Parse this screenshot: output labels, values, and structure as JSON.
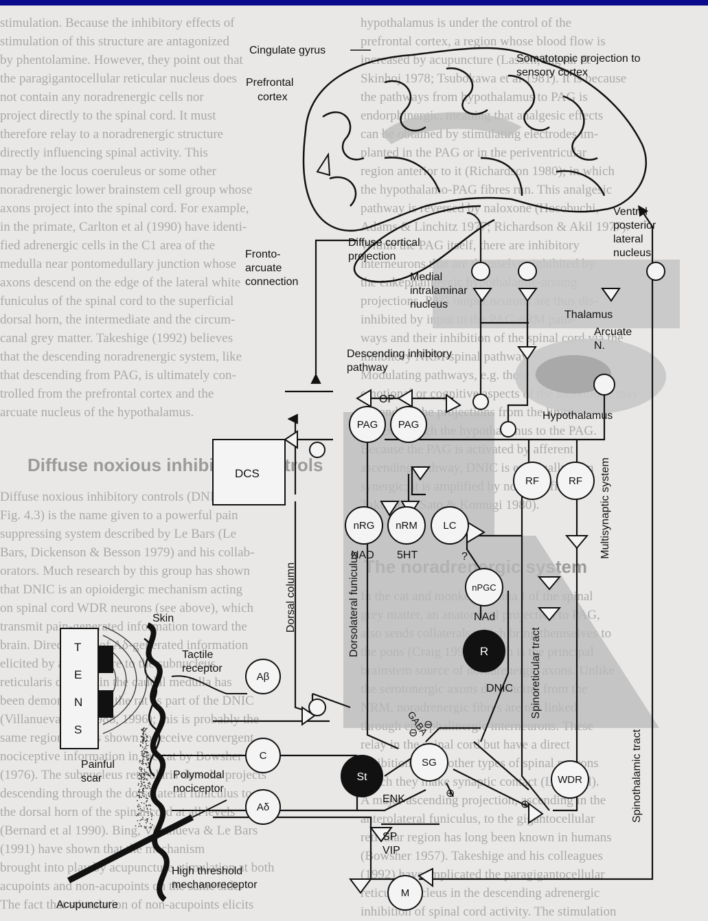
{
  "background": {
    "left_column": [
      "stimulation. Because the inhibitory effects of",
      "stimulation of this structure are antagonized",
      "by phentolamine. However, they point out that",
      "the paragigantocellular reticular nucleus does",
      "not contain any noradrenergic cells nor",
      "project directly to the spinal cord. It must",
      "therefore relay to a noradrenergic structure",
      "directly influencing spinal activity. This",
      "may be the locus coeruleus or some other",
      "noradrenergic lower brainstem cell group whose",
      "axons project into the spinal cord. For example,",
      "in the primate, Carlton et al (1990) have identi-",
      "fied adrenergic cells in the C1 area of the",
      "medulla near pontomedullary junction whose",
      "axons descend on the edge of the lateral white",
      "funiculus of the spinal cord to the superficial",
      "dorsal horn, the intermediate and the circum-",
      "canal grey matter. Takeshige (1992) believes",
      "that the descending noradrenergic system, like",
      "that descending from PAG, is ultimately con-",
      "trolled from the prefrontal cortex and the",
      "arcuate nucleus of the hypothalamus."
    ],
    "left_heading": "Diffuse noxious inhibitory controls",
    "left_column_2": [
      "Diffuse noxious inhibitory controls (DNIC;",
      "Fig. 4.3) is the name given to a powerful pain",
      "suppressing system described by Le Bars (Le",
      "Bars, Dickenson & Besson 1979) and his collab-",
      "orators. Much research by this group has shown",
      "that DNIC is an opioidergic mechanism acting",
      "on spinal cord WDR neurons (see above), which",
      "transmit pain-generated information toward the",
      "brain. Direct input of Aδ-generated information",
      "elicited by acupuncture to the subnucleus",
      "reticularis dorsalis in the caudal medulla has",
      "been demonstrated in the rat as part of the DNIC",
      "(Villanueva et al 1988, 1996); this is probably the",
      "same region as was shown to receive convergent",
      "nociceptive information in the cat by Bowsher",
      "(1976). The subnucleus reticularis dorsalis projects",
      "descending through the dorsolateral funiculus to",
      "the dorsal horn of the spinal cord at all levels",
      "(Bernard et al 1990). Bing, Villanueva & Le Bars",
      "(1991) have shown that the mechanism",
      "brought into play by acupuncture stimulation at both",
      "acupoints and non-acupoints on the same side.",
      "The fact that stimulation of non-acupoints elicits"
    ],
    "right_column": [
      "hypothalamus is under the control of the",
      "prefrontal cortex, a region whose blood flow is",
      "increased by acupuncture (Lassen, Ingvar &",
      "Skinhoj 1978; Tsubokawa et al 1981). It is because",
      "the pathways from hypothalamus to PAG is",
      "endorphinergic, meaning that analgesic effects",
      "can be obtained by stimulating electrodes im-",
      "planted in the PAG or in the periventricular",
      "region anterior to it (Richardson 1980); in which",
      "the hypothalamo-PAG fibres run. This analgesic",
      "pathway is reversed by naloxone (Hosobuchi,",
      "Adams & Linchitz 1977; Richardson & Akil 1977).",
      "Within the PAG itself, there are inhibitory",
      "interneurons that are themselves inhibited by",
      "the enkephalinergic hypothalamic-arising",
      "projections. PAG output neurons are thus dis-",
      "inhibited by input to the PAG-nRM path-",
      "ways and their inhibition of the spinal cord via the",
      "inhibitory NRM-spinal pathway.",
      "Modulating pathways, e.g. those involved in",
      "emotional or cognitive aspects of the individual, may",
      "depend on the projections from the limbic",
      "cortex through the hypothalamus to the PAG.",
      "Because the PAG is activated by afferent",
      "ascending pathway, DNIC is eventually seen",
      "synergic; it is amplified by nonspecific",
      "Takeshige, Sato & Komugi 1980)."
    ],
    "right_heading": "The noradrenergic system",
    "right_column_2": [
      "In the cat and monkey, lamina I of the spinal",
      "grey matter, an anatomical projection to PAG,",
      "also sends collaterals which bring themselves to",
      "the pons (Craig 1995), which is the principal",
      "brainstem source of noradrenergic axons. Unlike",
      "the serotonergic axons descending from the",
      "NRM, noradrenergic fibres are not linked",
      "through enkephalinergic interneurons. These",
      "relay in the spinal cord but have a direct",
      "inhibition of the other types of spinal neurons",
      "which they make synaptic contact (Lig, et al).",
      "A major ascending projection, ascending in the",
      "anterolateral funiculus, to the gigantocellular",
      "reticular region has long been known in humans",
      "(Bowsher 1957). Takeshige and his colleagues",
      "(1992) have implicated the paragigantocellular",
      "reticular nucleus in the descending adrenergic",
      "inhibition of spinal cord activity. The stimulation"
    ]
  },
  "diagram": {
    "labels": {
      "cingulate_gyrus": "Cingulate gyrus",
      "prefrontal_l1": "Prefrontal",
      "prefrontal_l2": "cortex",
      "somato_l1": "Somatotopic projection to",
      "somato_l2": "sensory cortex",
      "ventral_l1": "Ventral",
      "ventral_l2": "posterior",
      "ventral_l3": "lateral",
      "ventral_l4": "nucleus",
      "diffuse_l1": "Diffuse cortical",
      "diffuse_l2": "projection",
      "fronto_l1": "Fronto-",
      "fronto_l2": "arcuate",
      "fronto_l3": "connection",
      "medial_l1": "Medial",
      "medial_l2": "intralaminar",
      "medial_l3": "nucleus",
      "thalamus": "Thalamus",
      "arcuate_l1": "Arcuate",
      "arcuate_l2": "N.",
      "desc_l1": "Descending inhibitory",
      "desc_l2": "pathway",
      "op": "OP",
      "hypothalamus": "Hypothalamus",
      "dcs": "DCS",
      "nad": "NAD",
      "fiveht": "5HT",
      "question": "?",
      "nad2": "NAd",
      "dorsal_column": "Dorsal column",
      "dorsolateral_funiculus": "Dorsolateral funiculus",
      "multisynaptic_system": "Multisynaptic system",
      "spinoreticular_tract": "Spinoreticular tract",
      "spinothalamic_tract": "Spinothalamic tract",
      "dnic": "DNIC",
      "gaba": "GABA",
      "enk": "ENK",
      "sp": "SP",
      "vip": "VIP",
      "skin": "Skin",
      "tens_t": "T",
      "tens_e": "E",
      "tens_n": "N",
      "tens_s": "S",
      "tactile_l1": "Tactile",
      "tactile_l2": "receptor",
      "painful_l1": "Painful",
      "painful_l2": "scar",
      "poly_l1": "Polymodal",
      "poly_l2": "nociceptor",
      "high_l1": "High threshold",
      "high_l2": "mechanoreceptor",
      "acupuncture": "Acupuncture",
      "minus1": "⊖",
      "minus2": "⊖",
      "plus1": "⊕",
      "plus2": "⊕"
    },
    "nodes": {
      "pag1": "PAG",
      "pag2": "PAG",
      "rf1": "RF",
      "rf2": "RF",
      "nrg": "nRG",
      "nrm": "nRM",
      "lc": "LC",
      "npgc": "nPGC",
      "r": "R",
      "abeta": "Aβ",
      "c": "C",
      "adelta": "Aδ",
      "st": "St",
      "sg": "SG",
      "wdr": "WDR",
      "m": "M"
    }
  }
}
